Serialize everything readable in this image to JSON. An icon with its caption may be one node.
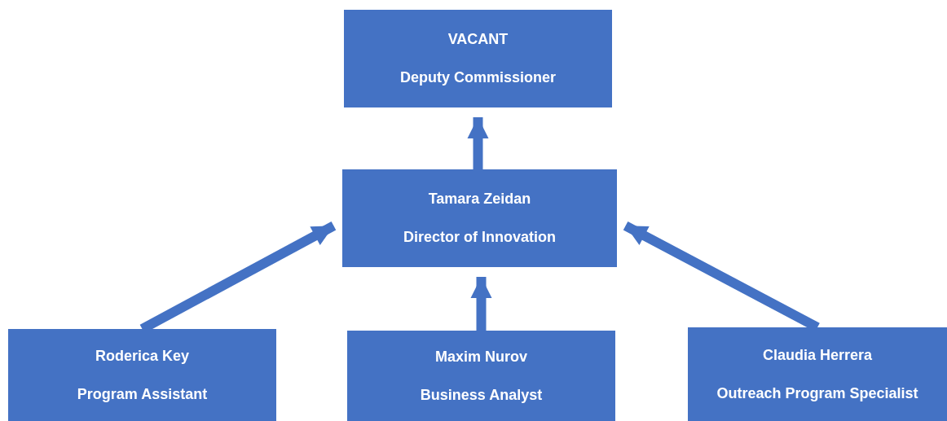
{
  "diagram": {
    "nodes": [
      {
        "text": [
          "VACANT",
          "Deputy Commissioner"
        ]
      },
      {
        "text": [
          "Tamara Zeidan",
          "Director of Innovation"
        ]
      },
      {
        "text": [
          "Roderica Key",
          "Program Assistant"
        ]
      },
      {
        "text": [
          "Maxim Nurov",
          "Business Analyst"
        ]
      },
      {
        "text": [
          "Claudia Herrera",
          "Outreach Program Specialist"
        ]
      }
    ],
    "edges": [
      {
        "from": 1,
        "to": 0,
        "arrow": "to"
      },
      {
        "from": 2,
        "to": 1,
        "arrow": "to"
      },
      {
        "from": 3,
        "to": 1,
        "arrow": "to"
      },
      {
        "from": 4,
        "to": 1,
        "arrow": "to"
      }
    ]
  }
}
